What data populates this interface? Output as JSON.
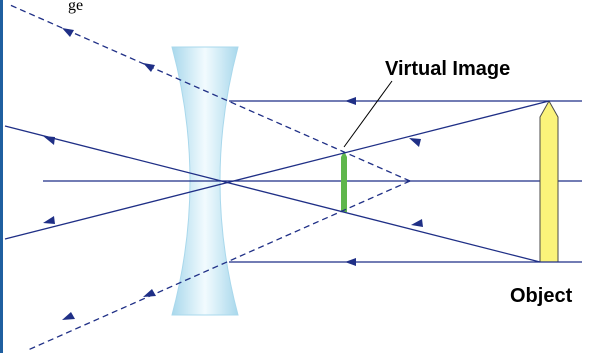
{
  "diagram": {
    "labels": {
      "virtual_image": "Virtual Image",
      "object": "Object",
      "top_text_fragment": "ge"
    },
    "colors": {
      "background": "#ffffff",
      "ray": "#1f2f86",
      "lens_fill": "#d6eef7",
      "lens_edge": "#a9d8ec",
      "object_fill": "#fbf37a",
      "object_stroke": "#4a4a4a",
      "image_fill": "#5fb64c",
      "frame": "#1f5fa0"
    },
    "elements": {
      "lens": "diverging lens",
      "object": "upright arrow object",
      "image": "virtual image",
      "axis": "optical axis"
    }
  }
}
